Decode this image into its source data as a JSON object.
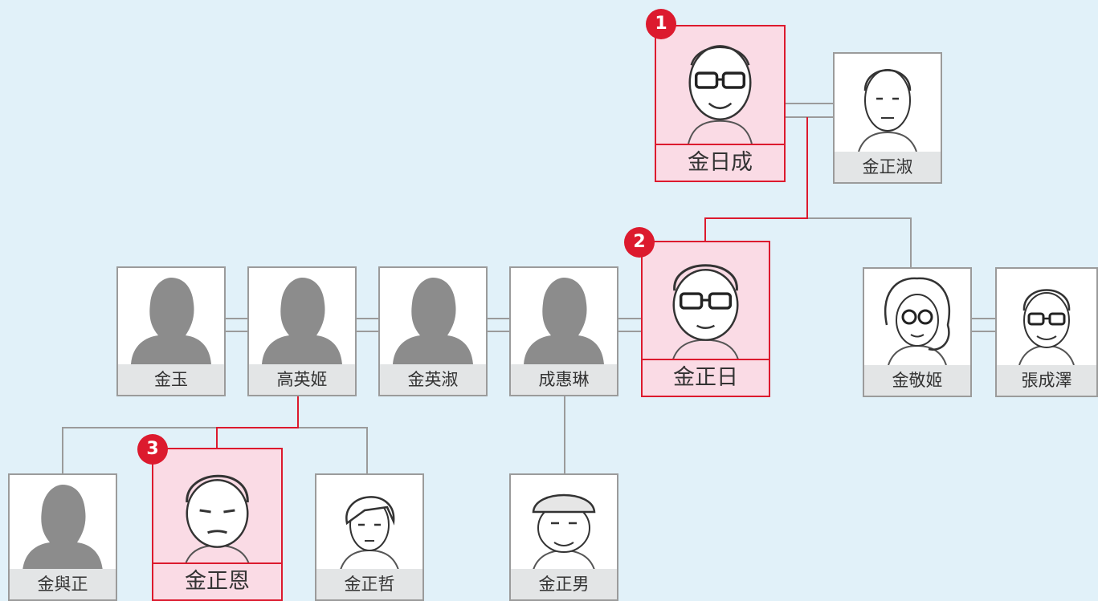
{
  "colors": {
    "background": "#e1f1f9",
    "highlight_border": "#dc1a2e",
    "highlight_fill": "#fadbe5",
    "normal_border": "#9b9b9b",
    "label_fill": "#e3e5e6"
  },
  "people": {
    "kim_il_sung": {
      "name": "金日成",
      "badge": "1",
      "portrait": "caricature-icon"
    },
    "kim_jong_suk": {
      "name": "金正淑",
      "portrait": "caricature-icon"
    },
    "kim_jong_il": {
      "name": "金正日",
      "badge": "2",
      "portrait": "caricature-icon"
    },
    "kim_kyong_hui": {
      "name": "金敬姬",
      "portrait": "caricature-icon"
    },
    "jang_song_thaek": {
      "name": "張成澤",
      "portrait": "caricature-icon"
    },
    "kim_ok": {
      "name": "金玉",
      "portrait": "silhouette-icon"
    },
    "ko_yong_hui": {
      "name": "高英姬",
      "portrait": "silhouette-icon"
    },
    "kim_yong_suk": {
      "name": "金英淑",
      "portrait": "silhouette-icon"
    },
    "song_hye_rim": {
      "name": "成惠琳",
      "portrait": "silhouette-icon"
    },
    "kim_yo_jong": {
      "name": "金與正",
      "portrait": "silhouette-icon"
    },
    "kim_jong_un": {
      "name": "金正恩",
      "badge": "3",
      "portrait": "caricature-icon"
    },
    "kim_jong_chol": {
      "name": "金正哲",
      "portrait": "caricature-icon"
    },
    "kim_jong_nam": {
      "name": "金正男",
      "portrait": "caricature-icon"
    }
  }
}
